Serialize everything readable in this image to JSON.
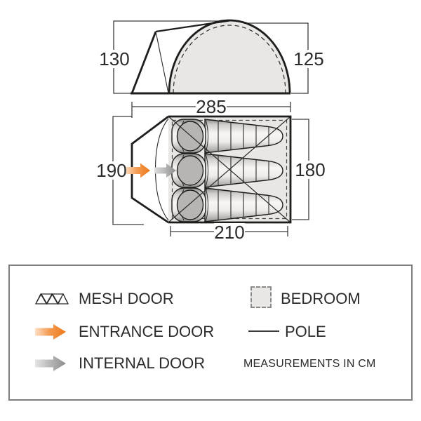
{
  "measurements": {
    "side": {
      "front_height": "130",
      "rear_height": "125",
      "length": "285"
    },
    "plan": {
      "porch_width": "190",
      "bedroom_width": "180",
      "bedroom_length": "210"
    }
  },
  "legend": {
    "mesh_door": "MESH DOOR",
    "entrance_door": "ENTRANCE DOOR",
    "internal_door": "INTERNAL DOOR",
    "bedroom": "BEDROOM",
    "pole": "POLE",
    "note": "MEASUREMENTS IN CM"
  },
  "colors": {
    "accent_orange": "#ee7b1e",
    "arrow_gray": "#8f8f8f",
    "tent_fill_gray": "#e9e7e5",
    "outline_black": "#1d1d1b",
    "dimension_line": "#3c3c3b"
  }
}
